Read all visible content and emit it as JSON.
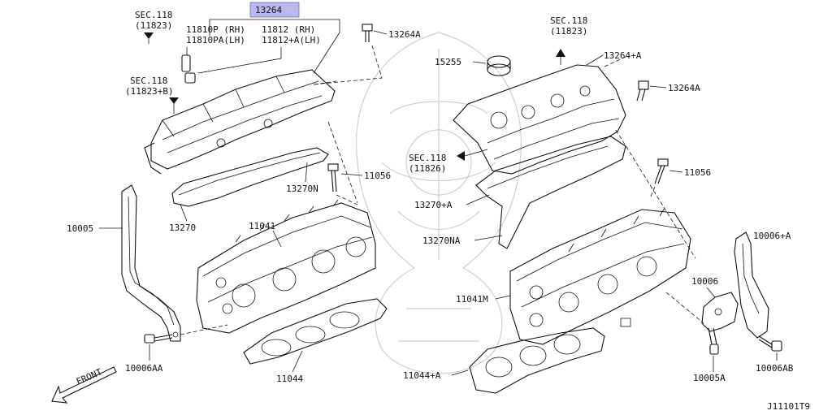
{
  "callouts": {
    "c13264": "13264",
    "c11810p": "11810P (RH)",
    "c11810pa": "11810PA(LH)",
    "c11812": "11812  (RH)",
    "c11812a": "11812+A(LH)",
    "sec118_a1": "SEC.118",
    "sec118_a2": "(11823)",
    "sec118_b1": "SEC.118",
    "sec118_b2": "(11823+B)",
    "c13264a_l": "13264A",
    "c13270n": "13270N",
    "c13270": "13270",
    "c11056_l": "11056",
    "c10005": "10005",
    "c11041": "11041",
    "c11044": "11044",
    "c10006aa": "10006AA",
    "front": "FRONT",
    "sec118_c1": "SEC.118",
    "sec118_c2": "(11823)",
    "c15255": "15255",
    "c13264pa": "13264+A",
    "c13264a_r": "13264A",
    "sec118_d1": "SEC.118",
    "sec118_d2": "(11826)",
    "c11056_r": "11056",
    "c13270pa": "13270+A",
    "c13270na": "13270NA",
    "c10006pa": "10006+A",
    "c10006": "10006",
    "c11041m": "11041M",
    "c11044pa": "11044+A",
    "c10005a": "10005A",
    "c10006ab": "10006AB"
  },
  "figure_code": "J11101T9",
  "colors": {
    "line": "#111111",
    "highlight": "#b9b9ee",
    "watermark": "#cfcfcf"
  }
}
